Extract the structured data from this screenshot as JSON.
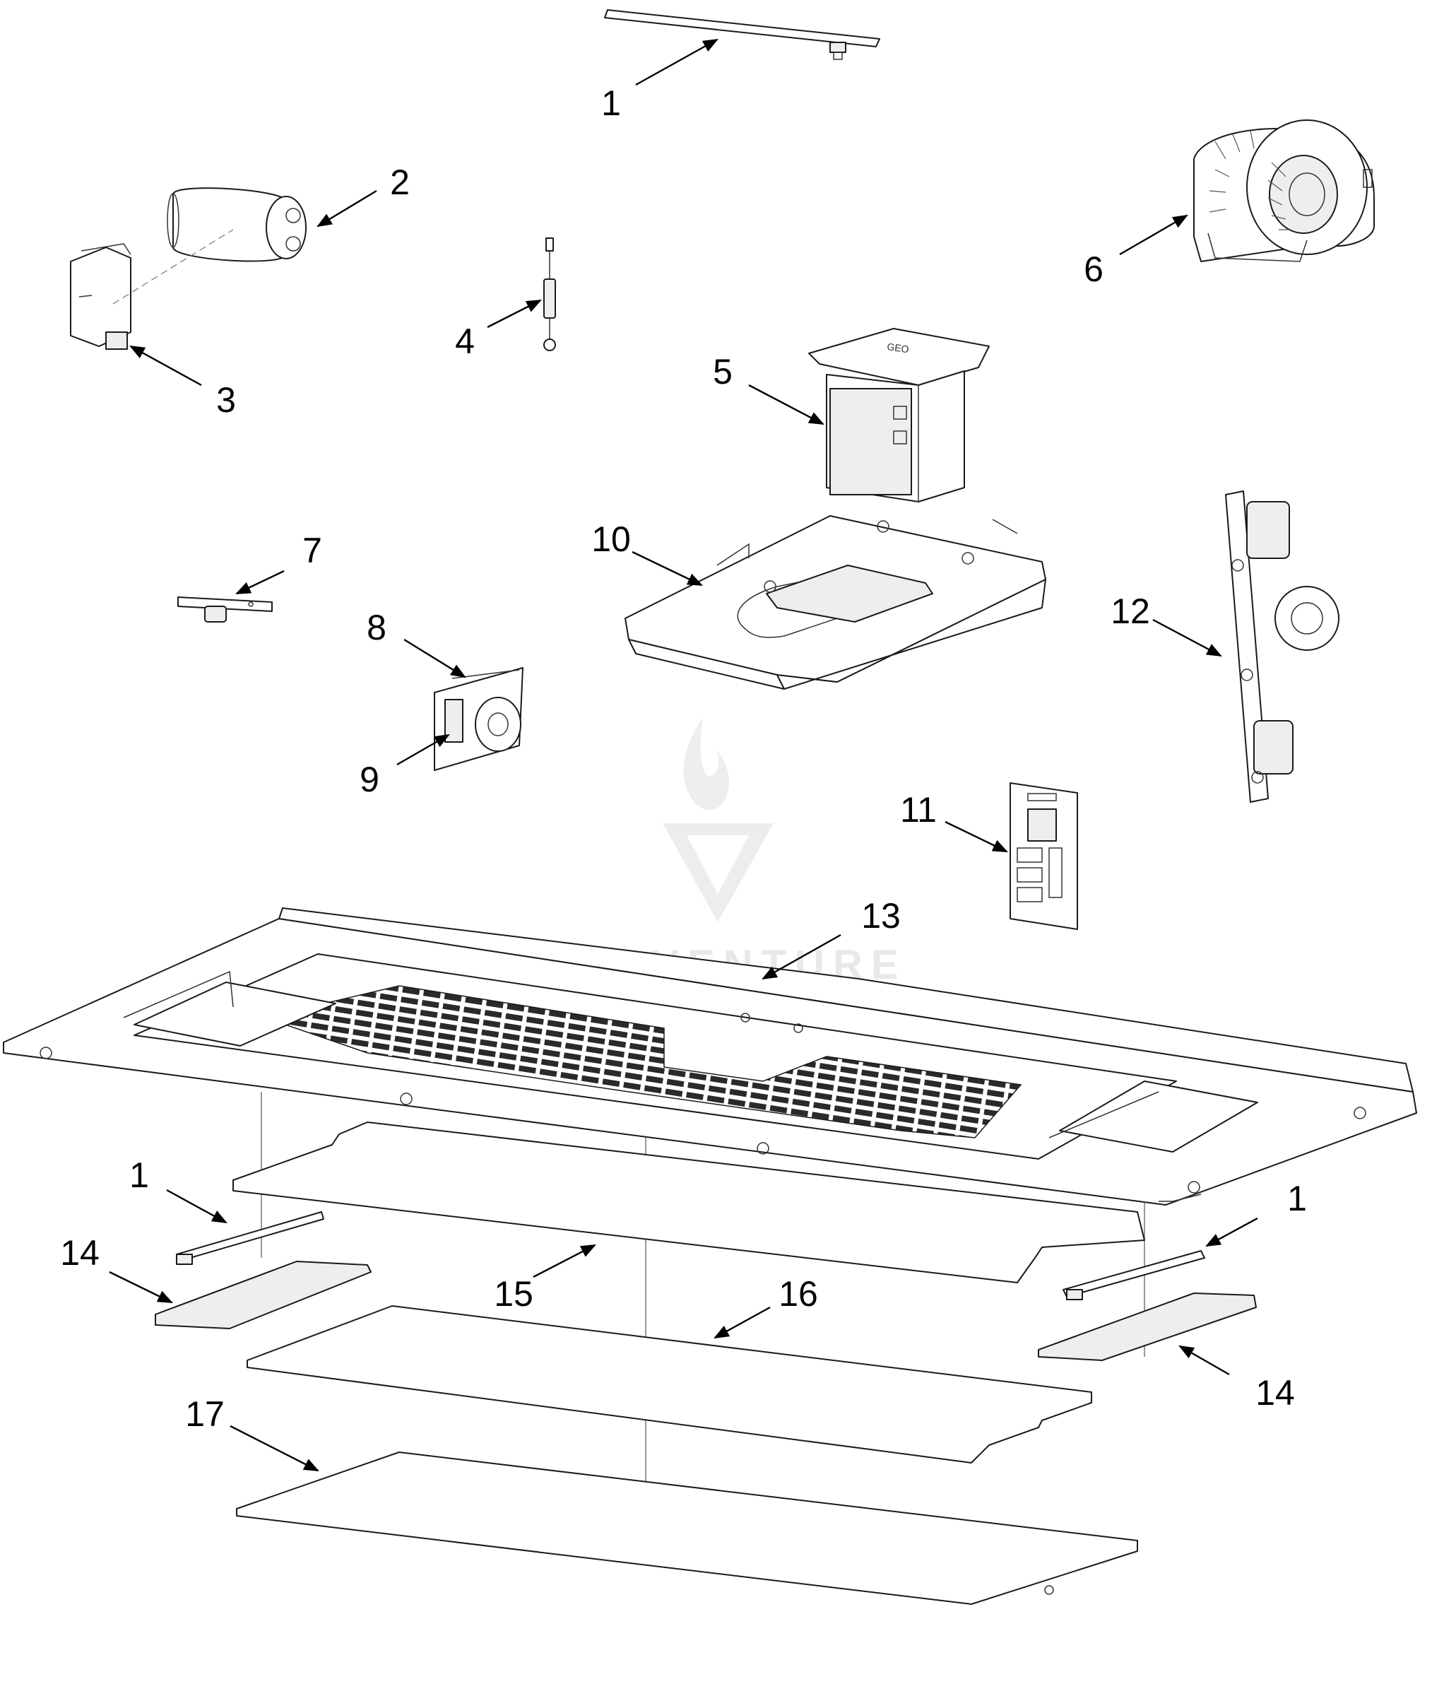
{
  "watermark": {
    "text": "LEADVENTURE"
  },
  "callouts": [
    {
      "id": "c1a",
      "label": "1"
    },
    {
      "id": "c2",
      "label": "2"
    },
    {
      "id": "c3",
      "label": "3"
    },
    {
      "id": "c4",
      "label": "4"
    },
    {
      "id": "c5",
      "label": "5"
    },
    {
      "id": "c6",
      "label": "6"
    },
    {
      "id": "c7",
      "label": "7"
    },
    {
      "id": "c8",
      "label": "8"
    },
    {
      "id": "c9",
      "label": "9"
    },
    {
      "id": "c10",
      "label": "10"
    },
    {
      "id": "c11",
      "label": "11"
    },
    {
      "id": "c12",
      "label": "12"
    },
    {
      "id": "c13",
      "label": "13"
    },
    {
      "id": "c1b",
      "label": "1"
    },
    {
      "id": "c14a",
      "label": "14"
    },
    {
      "id": "c15",
      "label": "15"
    },
    {
      "id": "c1c",
      "label": "1"
    },
    {
      "id": "c16",
      "label": "16"
    },
    {
      "id": "c14b",
      "label": "14"
    },
    {
      "id": "c17",
      "label": "17"
    }
  ],
  "colors": {
    "line": "#1a1a1a",
    "watermark": "#e6e6e6",
    "background": "#ffffff"
  }
}
